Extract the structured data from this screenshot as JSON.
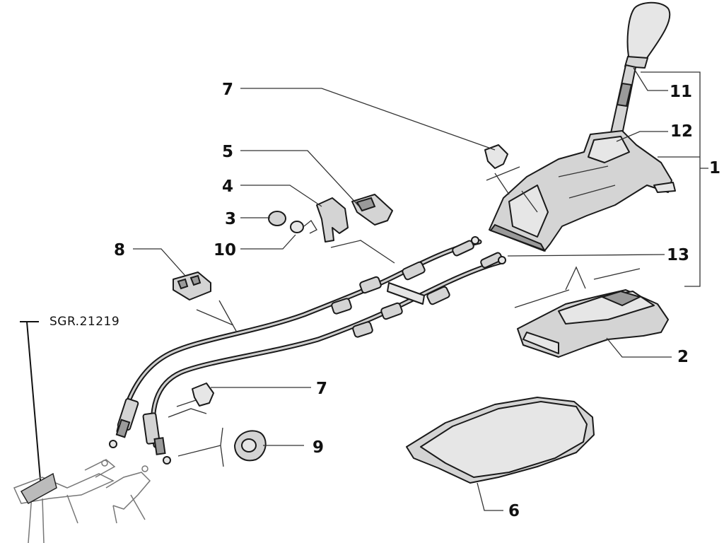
{
  "diagram": {
    "reference_code": "SGR.21219",
    "callouts": {
      "c1": "1",
      "c2": "2",
      "c3": "3",
      "c4": "4",
      "c5": "5",
      "c6": "6",
      "c7a": "7",
      "c7b": "7",
      "c8": "8",
      "c9": "9",
      "c10": "10",
      "c11": "11",
      "c12": "12",
      "c13": "13"
    }
  }
}
